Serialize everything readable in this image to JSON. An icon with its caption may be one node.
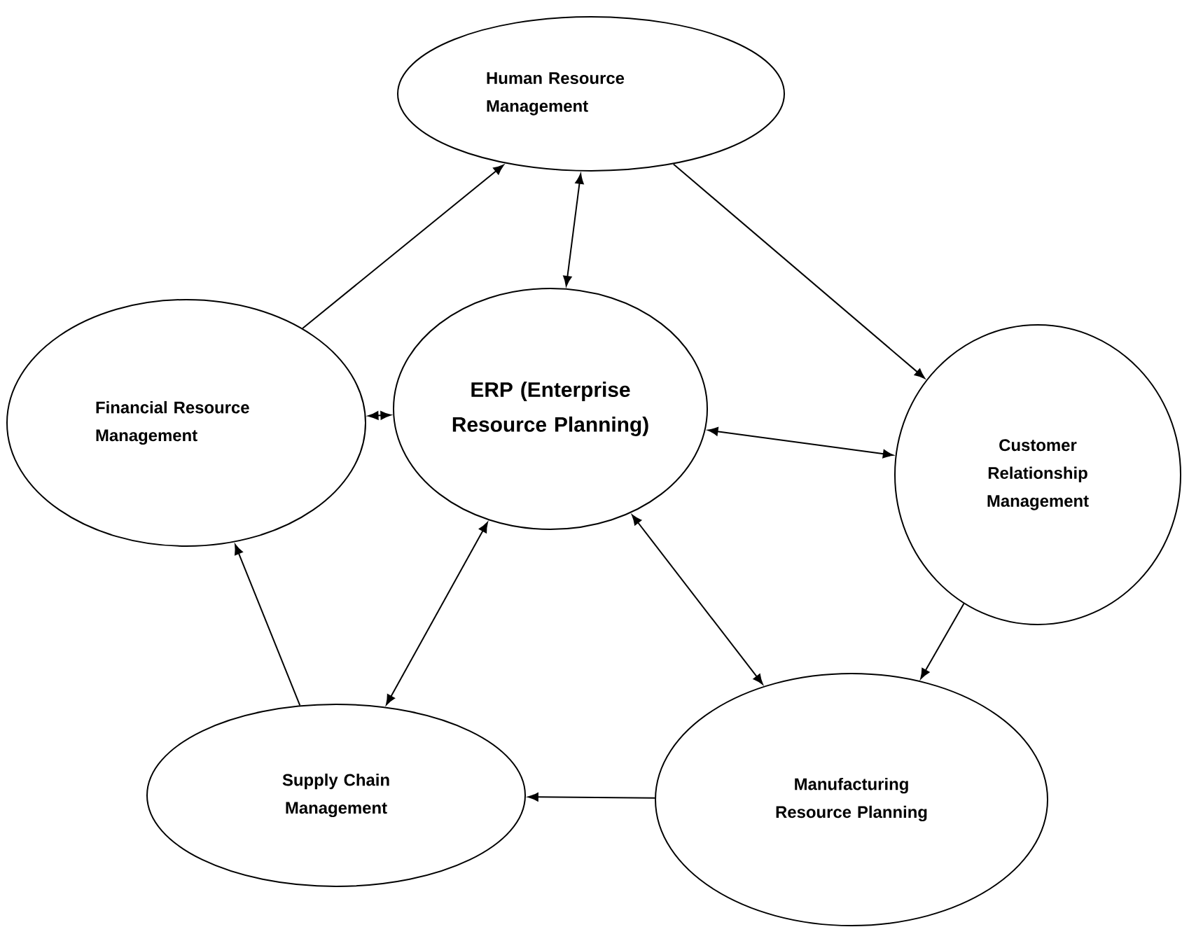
{
  "diagram": {
    "nodes": [
      {
        "text": [
          "Human Resource Management"
        ]
      },
      {
        "text": [
          "ERP (Enterprise Resource Planning)"
        ]
      },
      {
        "text": [
          "Financial Resource Management"
        ]
      },
      {
        "text": [
          "Customer Relationship Management"
        ]
      },
      {
        "text": [
          "Supply Chain Management"
        ]
      },
      {
        "text": [
          "Manufacturing Resource Planning"
        ]
      }
    ],
    "edges": [
      {
        "from": 0,
        "to": 1,
        "arrow": "both"
      },
      {
        "from": 0,
        "to": 3,
        "arrow": "to"
      },
      {
        "from": 3,
        "to": 1,
        "arrow": "both"
      },
      {
        "from": 3,
        "to": 5,
        "arrow": "to"
      },
      {
        "from": 1,
        "to": 5,
        "arrow": "both"
      },
      {
        "from": 5,
        "to": 4,
        "arrow": "to"
      },
      {
        "from": 1,
        "to": 4,
        "arrow": "both"
      },
      {
        "from": 4,
        "to": 2,
        "arrow": "to"
      },
      {
        "from": 2,
        "to": 1,
        "arrow": "both"
      },
      {
        "from": 2,
        "to": 0,
        "arrow": "to"
      }
    ]
  }
}
